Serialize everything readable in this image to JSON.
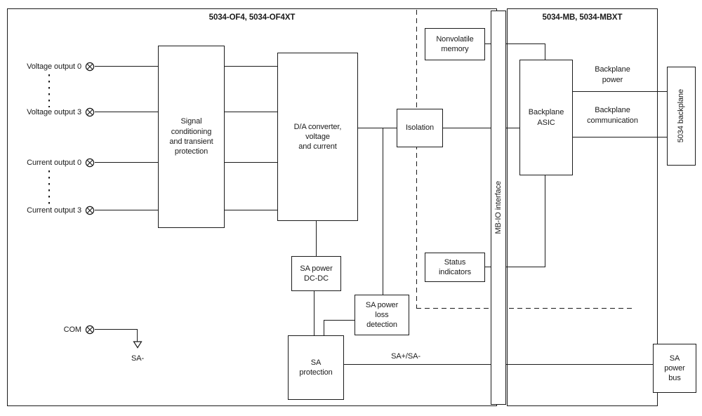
{
  "diagram": {
    "left_module_title": "5034-OF4, 5034-OF4XT",
    "right_module_title": "5034-MB, 5034-MBXT"
  },
  "terminals": [
    {
      "label": "Voltage output 0"
    },
    {
      "label": "Voltage output 3"
    },
    {
      "label": "Current output 0"
    },
    {
      "label": "Current output 3"
    },
    {
      "label": "COM"
    }
  ],
  "com_branch": {
    "sa_minus_label": "SA-"
  },
  "blocks": {
    "signal_conditioning": "Signal\nconditioning\nand transient\nprotection",
    "da_converter": "D/A converter,\nvoltage\nand current",
    "isolation": "Isolation",
    "nonvolatile_memory": "Nonvolatile\nmemory",
    "status_indicators": "Status\nindicators",
    "mb_io_interface": "MB-IO interface",
    "backplane_asic": "Backplane\nASIC",
    "backplane_5034": "5034 backplane",
    "sa_power_dcdc": "SA power\nDC-DC",
    "sa_power_loss": "SA power\nloss\ndetection",
    "sa_protection": "SA\nprotection",
    "sa_power_bus": "SA\npower\nbus"
  },
  "line_labels": {
    "backplane_power": "Backplane\npower",
    "backplane_communication": "Backplane\ncommunication",
    "sa_bus_line": "SA+/SA-"
  },
  "icons": {
    "terminal": "circle-x-screw-terminal",
    "com_arrow": "open-triangle-down"
  },
  "colors": {
    "ink": "#1a1a1a",
    "background": "#ffffff"
  }
}
